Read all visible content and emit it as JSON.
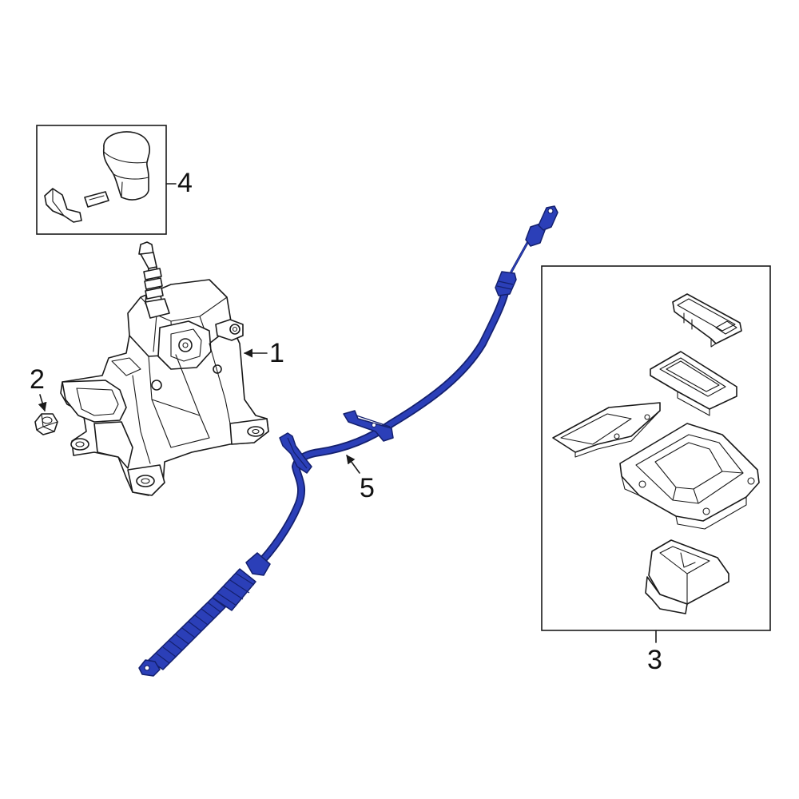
{
  "colors": {
    "highlight": "#2b3fb8",
    "highlight_edge": "#14206e",
    "line": "#1a1a1a",
    "background": "#ffffff"
  },
  "callouts": {
    "part_1": "1",
    "part_2": "2",
    "part_3": "3",
    "part_4": "4",
    "part_5": "5"
  }
}
